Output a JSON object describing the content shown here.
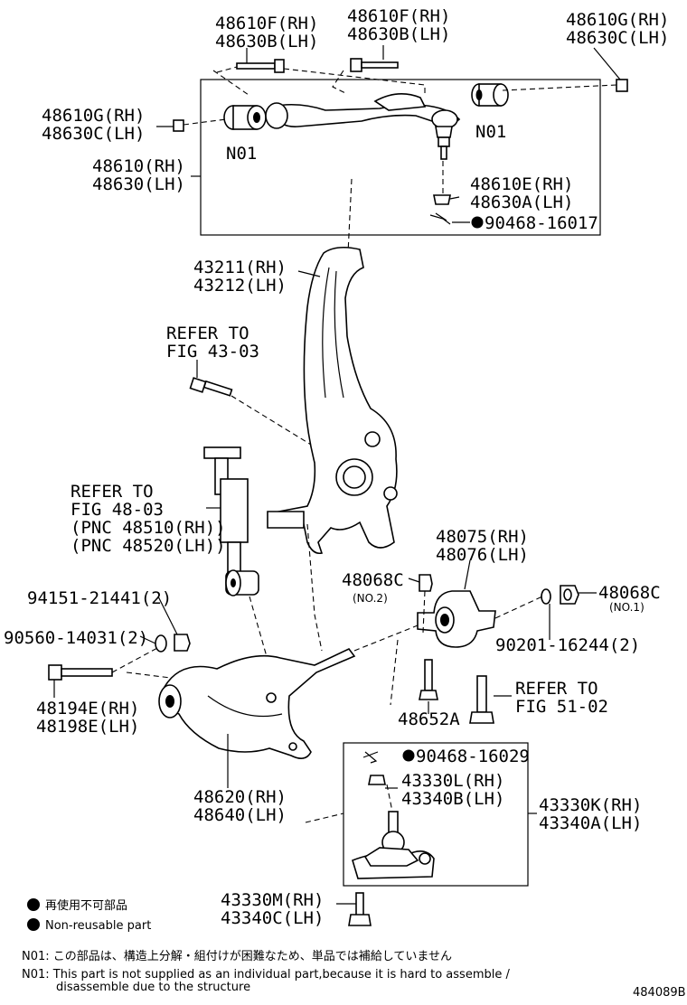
{
  "labels": {
    "t1": "48610F(RH)",
    "t2": "48630B(LH)",
    "t3": "48610F(RH)",
    "t4": "48630B(LH)",
    "t5": "48610G(RH)",
    "t6": "48630C(LH)",
    "t7": "48610G(RH)",
    "t8": "48630C(LH)",
    "n01a": "N01",
    "n01b": "N01",
    "t9": "48610(RH)",
    "t10": "48630(LH)",
    "t11": "48610E(RH)",
    "t12": "48630A(LH)",
    "t13": "90468-16017",
    "t14": "43211(RH)",
    "t15": "43212(LH)",
    "t16": "REFER TO",
    "t17": "FIG 43-03",
    "t18": "REFER TO",
    "t19": "FIG 48-03",
    "t20": "(PNC 48510(RH))",
    "t21": "(PNC 48520(LH))",
    "t22": "48075(RH)",
    "t23": "48076(LH)",
    "t24": "48068C",
    "t25": "(NO.2)",
    "t26": "48068C",
    "t27": "(NO.1)",
    "t28": "94151-21441(2)",
    "t29": "90560-14031(2)",
    "t30": "90201-16244(2)",
    "t31": "48194E(RH)",
    "t32": "48198E(LH)",
    "t33": "48652A",
    "t34": "REFER TO",
    "t35": "FIG 51-02",
    "t36": "90468-16029",
    "t37": "43330L(RH)",
    "t38": "43340B(LH)",
    "t39": "43330K(RH)",
    "t40": "43340A(LH)",
    "t41": "48620(RH)",
    "t42": "48640(LH)",
    "t43": "43330M(RH)",
    "t44": "43340C(LH)"
  },
  "legend": {
    "jp": "再使用不可部品",
    "en": "Non-reusable part"
  },
  "notes": {
    "jp": "N01: この部品は、構造上分解・組付けが困難なため、単品では補給していません",
    "en1": "N01:  This part is not supplied as an individual part,because it is hard to assemble /",
    "en2": "disassemble due to the structure"
  },
  "figure_id": "484089B"
}
